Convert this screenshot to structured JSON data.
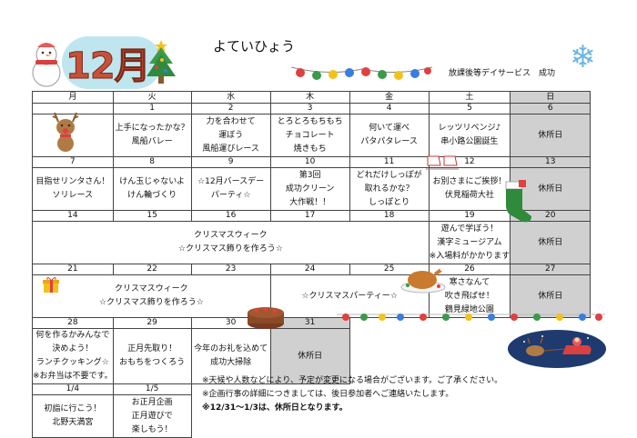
{
  "header": {
    "month": "12月",
    "title": "よていひょう",
    "facility": "放課後等デイサービス　成功"
  },
  "weekdays": [
    "月",
    "火",
    "水",
    "木",
    "金",
    "土",
    "日"
  ],
  "weeks": [
    {
      "days": [
        "",
        "1",
        "2",
        "3",
        "4",
        "5",
        "6"
      ],
      "events": [
        "",
        "上手になったかな？|風船バレー",
        "力を合わせて|運ぼう|風船運びレース",
        "とろとろもちもち|チョコレート|焼きもち",
        "何いて運べ|パタパタレース",
        "レッツリベンジ♪|串小路公園誕生",
        "休所日"
      ]
    },
    {
      "days": [
        "7",
        "8",
        "9",
        "10",
        "11",
        "12",
        "13"
      ],
      "events": [
        "目指せリンタさん！|ソリレース",
        "けん玉じゃないよ|けん輪づくり",
        "☆12月バースデー|パーティ☆",
        "第3回|成功クリーン|大作戦！！",
        "どれだけしっぽが|取れるかな？|しっぽとり",
        "お別さまにご挨拶！|伏見稲荷大社",
        "休所日"
      ]
    },
    {
      "days": [
        "14",
        "15",
        "16",
        "17",
        "18",
        "19",
        "20"
      ],
      "span_text": [
        "クリスマスウィーク",
        "☆クリスマス飾りを作ろう☆"
      ],
      "sat": "遊んで学ぼう！|漢字ミュージアム|※入場料がかかります",
      "sun": "休所日"
    },
    {
      "days": [
        "21",
        "22",
        "23",
        "24",
        "25",
        "26",
        "27"
      ],
      "span_text": [
        "クリスマスウィーク",
        "☆クリスマス飾りを作ろう☆"
      ],
      "party": "☆クリスマスパーティー☆",
      "sat": "寒さなんて|吹き飛ばせ！|鶴見緑地公園",
      "sun": "休所日"
    },
    {
      "days": [
        "28",
        "29",
        "30",
        "31"
      ],
      "events": [
        "何を作るかみんなで|決めよう！|ランチクッキング☆|※お弁当は不要です。",
        "正月先取り！|おもちをつくろう",
        "今年のお礼を込めて|成功大掃除",
        "休所日"
      ]
    },
    {
      "days": [
        "1/4",
        "1/5"
      ],
      "events": [
        "初詣に行こう！|北野天満宮",
        "お正月企画|正月遊びで|楽しもう！"
      ]
    }
  ],
  "notes": [
    "※天候や人数などにより、予定が変更になる場合がございます。ご了承ください。",
    "※企画行事の詳細につきましては、後日参加者へご連絡いたします。",
    "※12/31～1/3は、休所日となります。"
  ],
  "icons": [
    "snowman-icon",
    "christmas-tree-icon",
    "snowflake-icon",
    "reindeer-icon",
    "gift-icon",
    "cake-icon",
    "turkey-icon",
    "stocking-icon",
    "santa-sleigh-icon",
    "ornament-garland-icon"
  ],
  "colors": {
    "month": "#c8503a",
    "oval": "#bfe6ee",
    "holiday_bg": "#d0d0d0"
  }
}
